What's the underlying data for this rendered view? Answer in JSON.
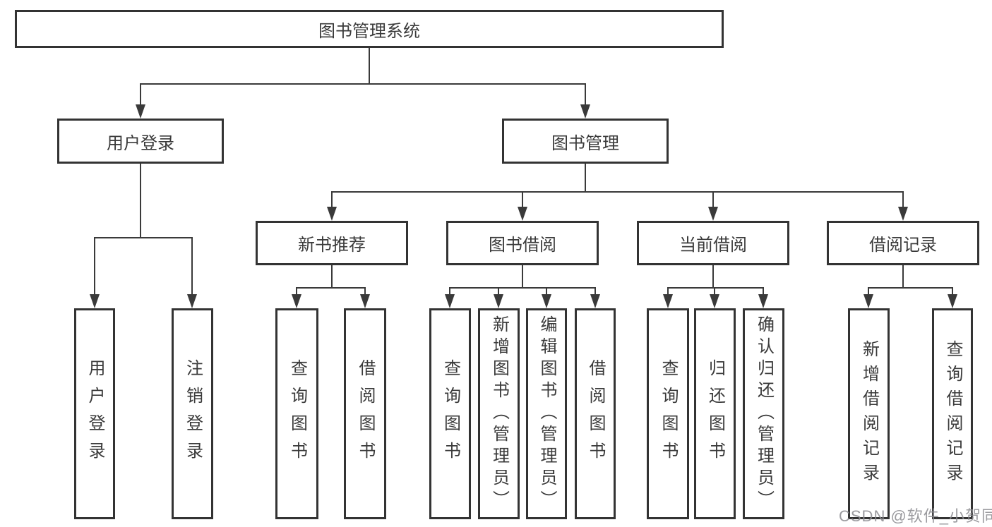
{
  "diagram": {
    "tree": {
      "label": "图书管理系统",
      "children": [
        {
          "label": "用户登录",
          "children": [
            {
              "label": "用户登录"
            },
            {
              "label": "注销登录"
            }
          ]
        },
        {
          "label": "图书管理",
          "children": [
            {
              "label": "新书推荐",
              "children": [
                {
                  "label": "查询图书"
                },
                {
                  "label": "借阅图书"
                }
              ]
            },
            {
              "label": "图书借阅",
              "children": [
                {
                  "label": "查询图书"
                },
                {
                  "label": "新增图书（管理员）"
                },
                {
                  "label": "编辑图书（管理员）"
                },
                {
                  "label": "借阅图书"
                }
              ]
            },
            {
              "label": "当前借阅",
              "children": [
                {
                  "label": "查询图书"
                },
                {
                  "label": "归还图书"
                },
                {
                  "label": "确认归还（管理员）"
                }
              ]
            },
            {
              "label": "借阅记录",
              "children": [
                {
                  "label": "新增借阅记录"
                },
                {
                  "label": "查询借阅记录"
                }
              ]
            }
          ]
        }
      ]
    },
    "colors": {
      "line": "#3a3a3a",
      "box_border": "#333333",
      "text": "#3a3a3a",
      "background": "#ffffff",
      "watermark": "#8d8d92"
    }
  },
  "watermark": {
    "text": "CSDN @软件_小贺同学"
  }
}
